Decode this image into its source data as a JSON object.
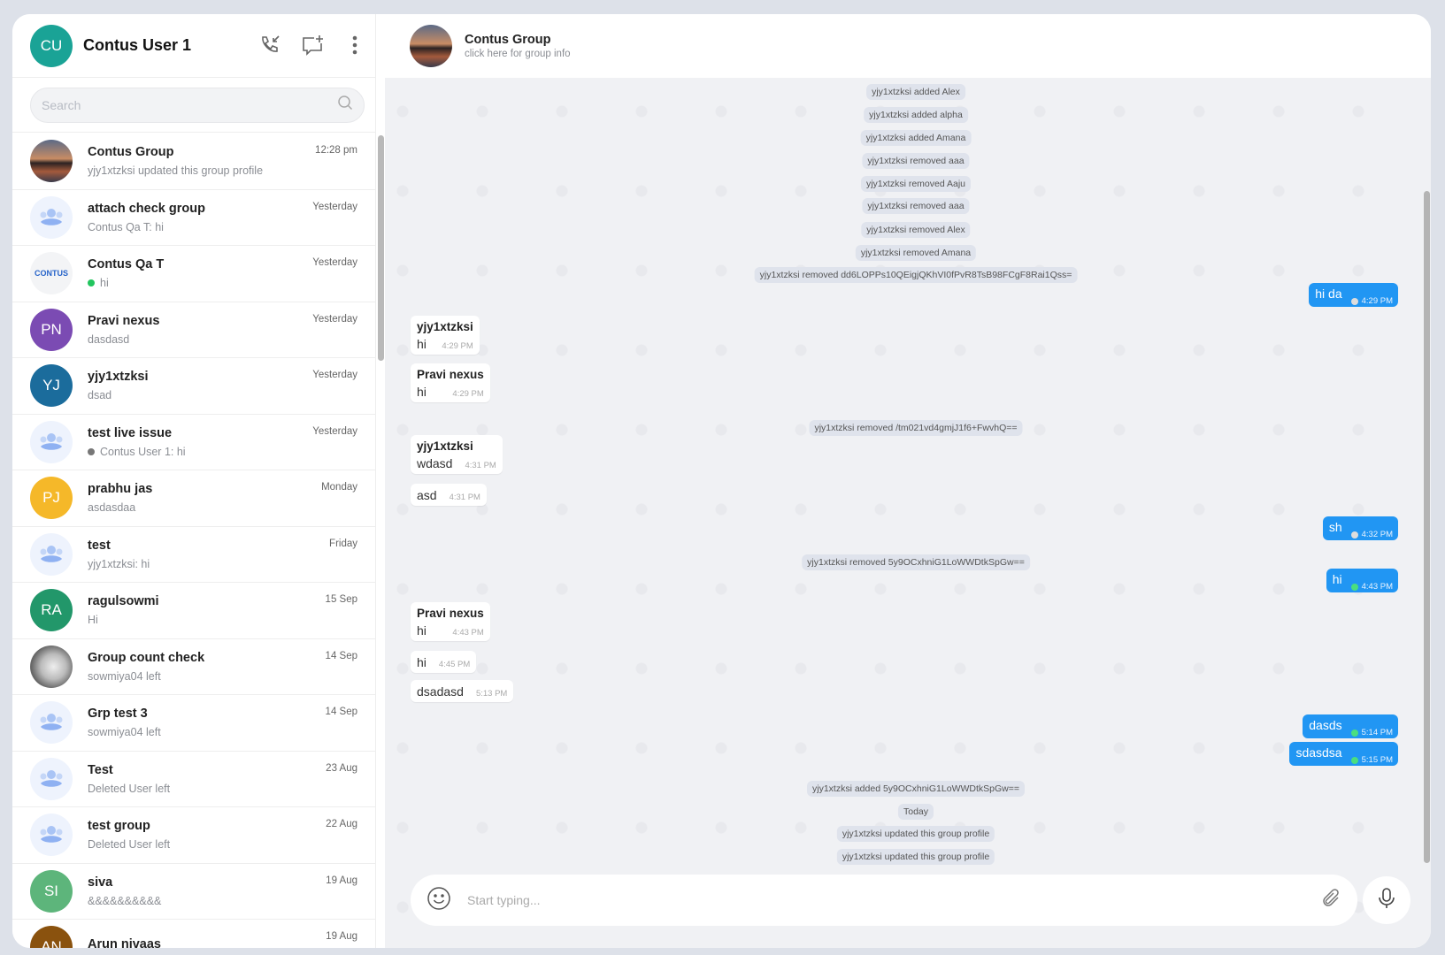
{
  "user": {
    "initials": "CU",
    "name": "Contus User 1",
    "color": "#1aa396"
  },
  "search": {
    "placeholder": "Search"
  },
  "chats": [
    {
      "name": "Contus Group",
      "preview": "yjy1xtzksi updated this group profile",
      "time": "12:28 pm",
      "avatar": "image"
    },
    {
      "name": "attach check group",
      "preview": "Contus Qa T: hi",
      "time": "Yesterday",
      "avatar": "group"
    },
    {
      "name": "Contus Qa T",
      "preview": "hi",
      "time": "Yesterday",
      "avatar": "logo",
      "logo_text": "CONTUS",
      "status_dot": "#22c55e"
    },
    {
      "name": "Pravi nexus",
      "preview": "dasdasd",
      "time": "Yesterday",
      "initials": "PN",
      "color": "#7b4bb3"
    },
    {
      "name": "yjy1xtzksi",
      "preview": "dsad",
      "time": "Yesterday",
      "initials": "YJ",
      "color": "#1b6c9c"
    },
    {
      "name": "test live issue",
      "preview": "Contus User 1: hi",
      "time": "Yesterday",
      "avatar": "group",
      "status_dot": "#777"
    },
    {
      "name": "prabhu jas",
      "preview": "asdasdaa",
      "time": "Monday",
      "initials": "PJ",
      "color": "#f5b829"
    },
    {
      "name": "test",
      "preview": "yjy1xtzksi: hi",
      "time": "Friday",
      "avatar": "group"
    },
    {
      "name": "ragulsowmi",
      "preview": "Hi",
      "time": "15 Sep",
      "initials": "RA",
      "color": "#22976a"
    },
    {
      "name": "Group count check",
      "preview": "sowmiya04 left",
      "time": "14 Sep",
      "avatar": "image2"
    },
    {
      "name": "Grp test 3",
      "preview": "sowmiya04 left",
      "time": "14 Sep",
      "avatar": "group"
    },
    {
      "name": "Test",
      "preview": "Deleted User left",
      "time": "23 Aug",
      "avatar": "group"
    },
    {
      "name": "test group",
      "preview": "Deleted User left",
      "time": "22 Aug",
      "avatar": "group"
    },
    {
      "name": "siva",
      "preview": "&&&&&&&&&&",
      "time": "19 Aug",
      "initials": "SI",
      "color": "#5db57b"
    },
    {
      "name": "Arun nivaas",
      "preview": "",
      "time": "19 Aug",
      "initials": "AN",
      "color": "#8a520e"
    }
  ],
  "conversation": {
    "title": "Contus Group",
    "subtitle": "click here for group info"
  },
  "notifications": [
    "yjy1xtzksi added Alex",
    "yjy1xtzksi added alpha",
    "yjy1xtzksi added Amana",
    "yjy1xtzksi removed aaa",
    "yjy1xtzksi removed Aaju",
    "yjy1xtzksi removed aaa",
    "yjy1xtzksi removed Alex",
    "yjy1xtzksi removed Amana",
    "yjy1xtzksi removed dd6LOPPs10QEigjQKhVI0fPvR8TsB98FCgF8Rai1Qss=",
    "yjy1xtzksi removed /tm021vd4gmjJ1f6+FwvhQ==",
    "yjy1xtzksi removed 5y9OCxhniG1LoWWDtkSpGw==",
    "yjy1xtzksi added 5y9OCxhniG1LoWWDtkSpGw==",
    "Today",
    "yjy1xtzksi updated this group profile",
    "yjy1xtzksi updated this group profile"
  ],
  "incoming": [
    {
      "sender": "yjy1xtzksi",
      "text": "hi",
      "time": "4:29 PM"
    },
    {
      "sender": "Pravi nexus",
      "text": "hi",
      "time": "4:29 PM"
    },
    {
      "sender": "yjy1xtzksi",
      "text": "wdasd",
      "time": "4:31 PM"
    },
    {
      "text": "asd",
      "time": "4:31 PM"
    },
    {
      "sender": "Pravi nexus",
      "text": "hi",
      "time": "4:43 PM"
    },
    {
      "text": "hi",
      "time": "4:45 PM"
    },
    {
      "text": "dsadasd",
      "time": "5:13 PM"
    }
  ],
  "outgoing": [
    {
      "text": "hi da",
      "time": "4:29 PM",
      "status": "sent",
      "status_color": "#dddddd"
    },
    {
      "text": "sh",
      "time": "4:32 PM",
      "status": "sent",
      "status_color": "#dddddd"
    },
    {
      "text": "hi",
      "time": "4:43 PM",
      "status": "seen",
      "status_color": "#4ade80"
    },
    {
      "text": "dasds",
      "time": "5:14 PM",
      "status": "seen",
      "status_color": "#4ade80"
    },
    {
      "text": "sdasdsa",
      "time": "5:15 PM",
      "status": "seen",
      "status_color": "#4ade80"
    }
  ],
  "composer": {
    "placeholder": "Start typing..."
  },
  "colors": {
    "accent": "#2196f3",
    "page_bg": "#dde1e9"
  }
}
